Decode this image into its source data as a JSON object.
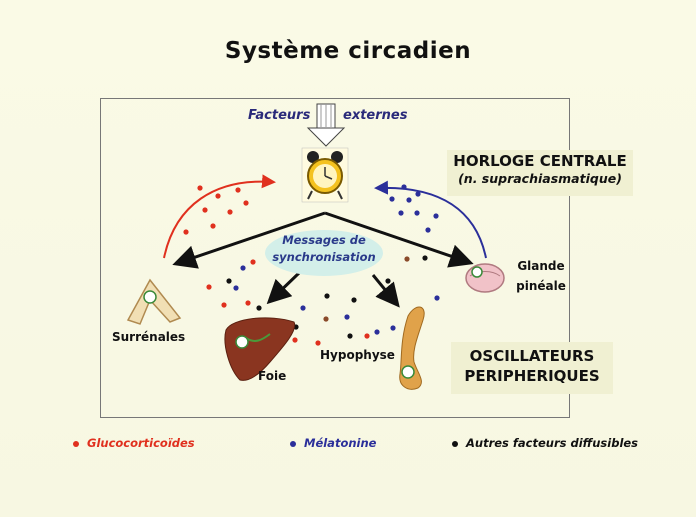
{
  "title": "Système circadien",
  "external": {
    "left": "Facteurs",
    "right": "externes"
  },
  "central_clock": {
    "title": "HORLOGE CENTRALE",
    "subtitle": "(n. suprachiasmatique)"
  },
  "messages": {
    "line1": "Messages de",
    "line2": "synchronisation"
  },
  "organs": {
    "surrenales": "Surrénales",
    "foie": "Foie",
    "hypophyse": "Hypophyse",
    "glande_line1": "Glande",
    "glande_line2": "pinéale"
  },
  "peripheral": {
    "line1": "OSCILLATEURS",
    "line2": "PERIPHERIQUES"
  },
  "legend": [
    {
      "label": "Glucocorticoïdes",
      "color": "#e0301e"
    },
    {
      "label": "Mélatonine",
      "color": "#2b2f9a"
    },
    {
      "label": "Autres facteurs diffusibles",
      "color": "#111111"
    }
  ],
  "colors": {
    "red": "#e0301e",
    "blue": "#2b2f9a",
    "black": "#111111",
    "organ_brown": "#8a4a2a"
  }
}
